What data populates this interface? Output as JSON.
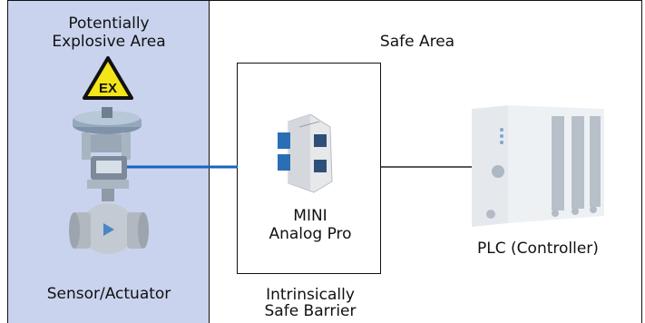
{
  "zones": {
    "hazardous": {
      "title_line1": "Potentially",
      "title_line2": "Explosive Area",
      "fill": "#c9d3ee"
    },
    "safe": {
      "title": "Safe Area"
    }
  },
  "devices": {
    "sensor": {
      "label": "Sensor/Actuator"
    },
    "barrier": {
      "name_line1": "MINI",
      "name_line2": "Analog Pro",
      "caption_line1": "Intrinsically",
      "caption_line2": "Safe Barrier"
    },
    "plc": {
      "label": "PLC (Controller)"
    }
  },
  "signs": {
    "ex": {
      "text": "EX",
      "color": "#f2e51a"
    }
  },
  "connections": {
    "field_wire_color": "#1565c0",
    "safe_wire_color": "#222222"
  }
}
